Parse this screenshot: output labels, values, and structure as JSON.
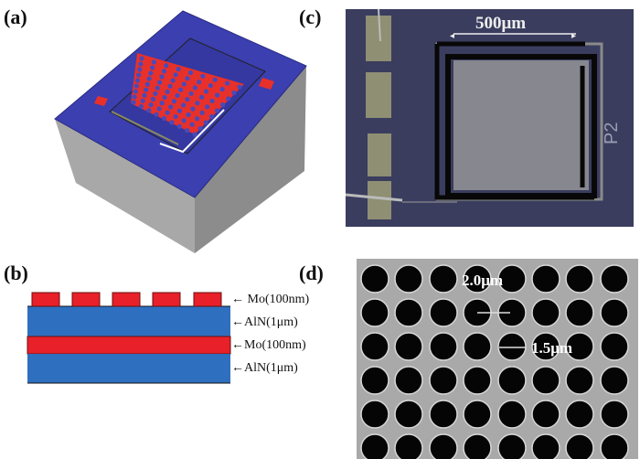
{
  "panels": {
    "a": {
      "label": "(a)"
    },
    "b": {
      "label": "(b)",
      "layers": [
        "Mo(100nm)",
        "AlN(1μm)",
        "Mo(100nm)",
        "AlN(1μm)"
      ]
    },
    "c": {
      "label": "(c)",
      "scale_label": "500μm",
      "chip_mark": "P2"
    },
    "d": {
      "label": "(d)",
      "pitch_label": "2.0μm",
      "hole_label": "1.5μm"
    }
  },
  "colors": {
    "substrate_blue": "#3b3fb0",
    "mo_red": "#e8202a",
    "aln_blue": "#2f6fc0",
    "side_gray": "#9a9a9a"
  }
}
